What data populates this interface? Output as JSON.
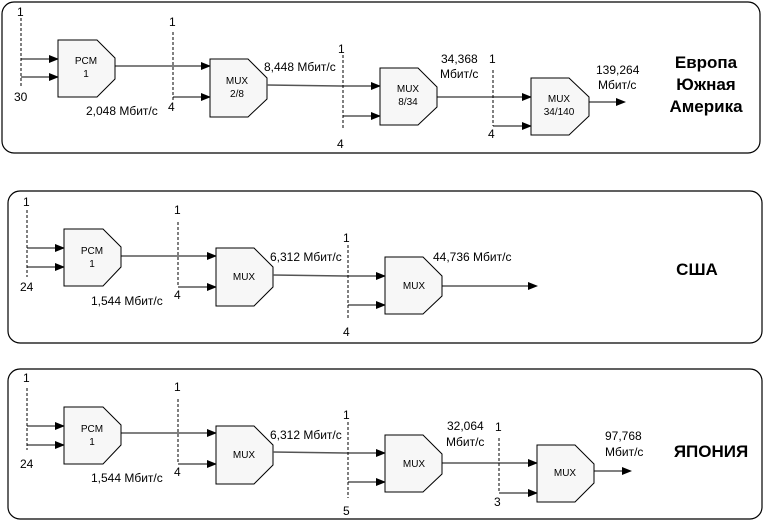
{
  "panels": [
    {
      "region": [
        "Европа",
        "Южная",
        "Америка"
      ],
      "pcm": {
        "label": "PCM",
        "sub": "1",
        "inputs_top": "1",
        "inputs_bottom": "30",
        "rate": "2,048 Мбит/с"
      },
      "mux1": {
        "label": "MUX",
        "sub": "2/8",
        "inputs_top": "1",
        "inputs_bottom": "4",
        "rate": "8,448 Мбит/с"
      },
      "mux2": {
        "label": "MUX",
        "sub": "8/34",
        "inputs_top": "1",
        "inputs_bottom": "4",
        "rate_line1": "34,368",
        "rate_line2": "Мбит/с"
      },
      "mux3": {
        "label": "MUX",
        "sub": "34/140",
        "inputs_top": "1",
        "inputs_bottom": "4",
        "rate_line1": "139,264",
        "rate_line2": "Мбит/с"
      }
    },
    {
      "region": [
        "США"
      ],
      "pcm": {
        "label": "PCM",
        "sub": "1",
        "inputs_top": "1",
        "inputs_bottom": "24",
        "rate": "1,544 Мбит/с"
      },
      "mux1": {
        "label": "MUX",
        "inputs_top": "1",
        "inputs_bottom": "4",
        "rate": "6,312 Мбит/с"
      },
      "mux2": {
        "label": "MUX",
        "inputs_top": "1",
        "inputs_bottom": "4",
        "rate": "44,736 Мбит/с"
      }
    },
    {
      "region": [
        "ЯПОНИЯ"
      ],
      "pcm": {
        "label": "PCM",
        "sub": "1",
        "inputs_top": "1",
        "inputs_bottom": "24",
        "rate": "1,544 Мбит/с"
      },
      "mux1": {
        "label": "MUX",
        "inputs_top": "1",
        "inputs_bottom": "4",
        "rate": "6,312 Мбит/с"
      },
      "mux2": {
        "label": "MUX",
        "inputs_top": "1",
        "inputs_bottom": "5",
        "rate_line1": "32,064",
        "rate_line2": "Мбит/с"
      },
      "mux3": {
        "label": "MUX",
        "inputs_top": "1",
        "inputs_bottom": "3",
        "rate_line1": "97,768",
        "rate_line2": "Мбит/с"
      }
    }
  ]
}
